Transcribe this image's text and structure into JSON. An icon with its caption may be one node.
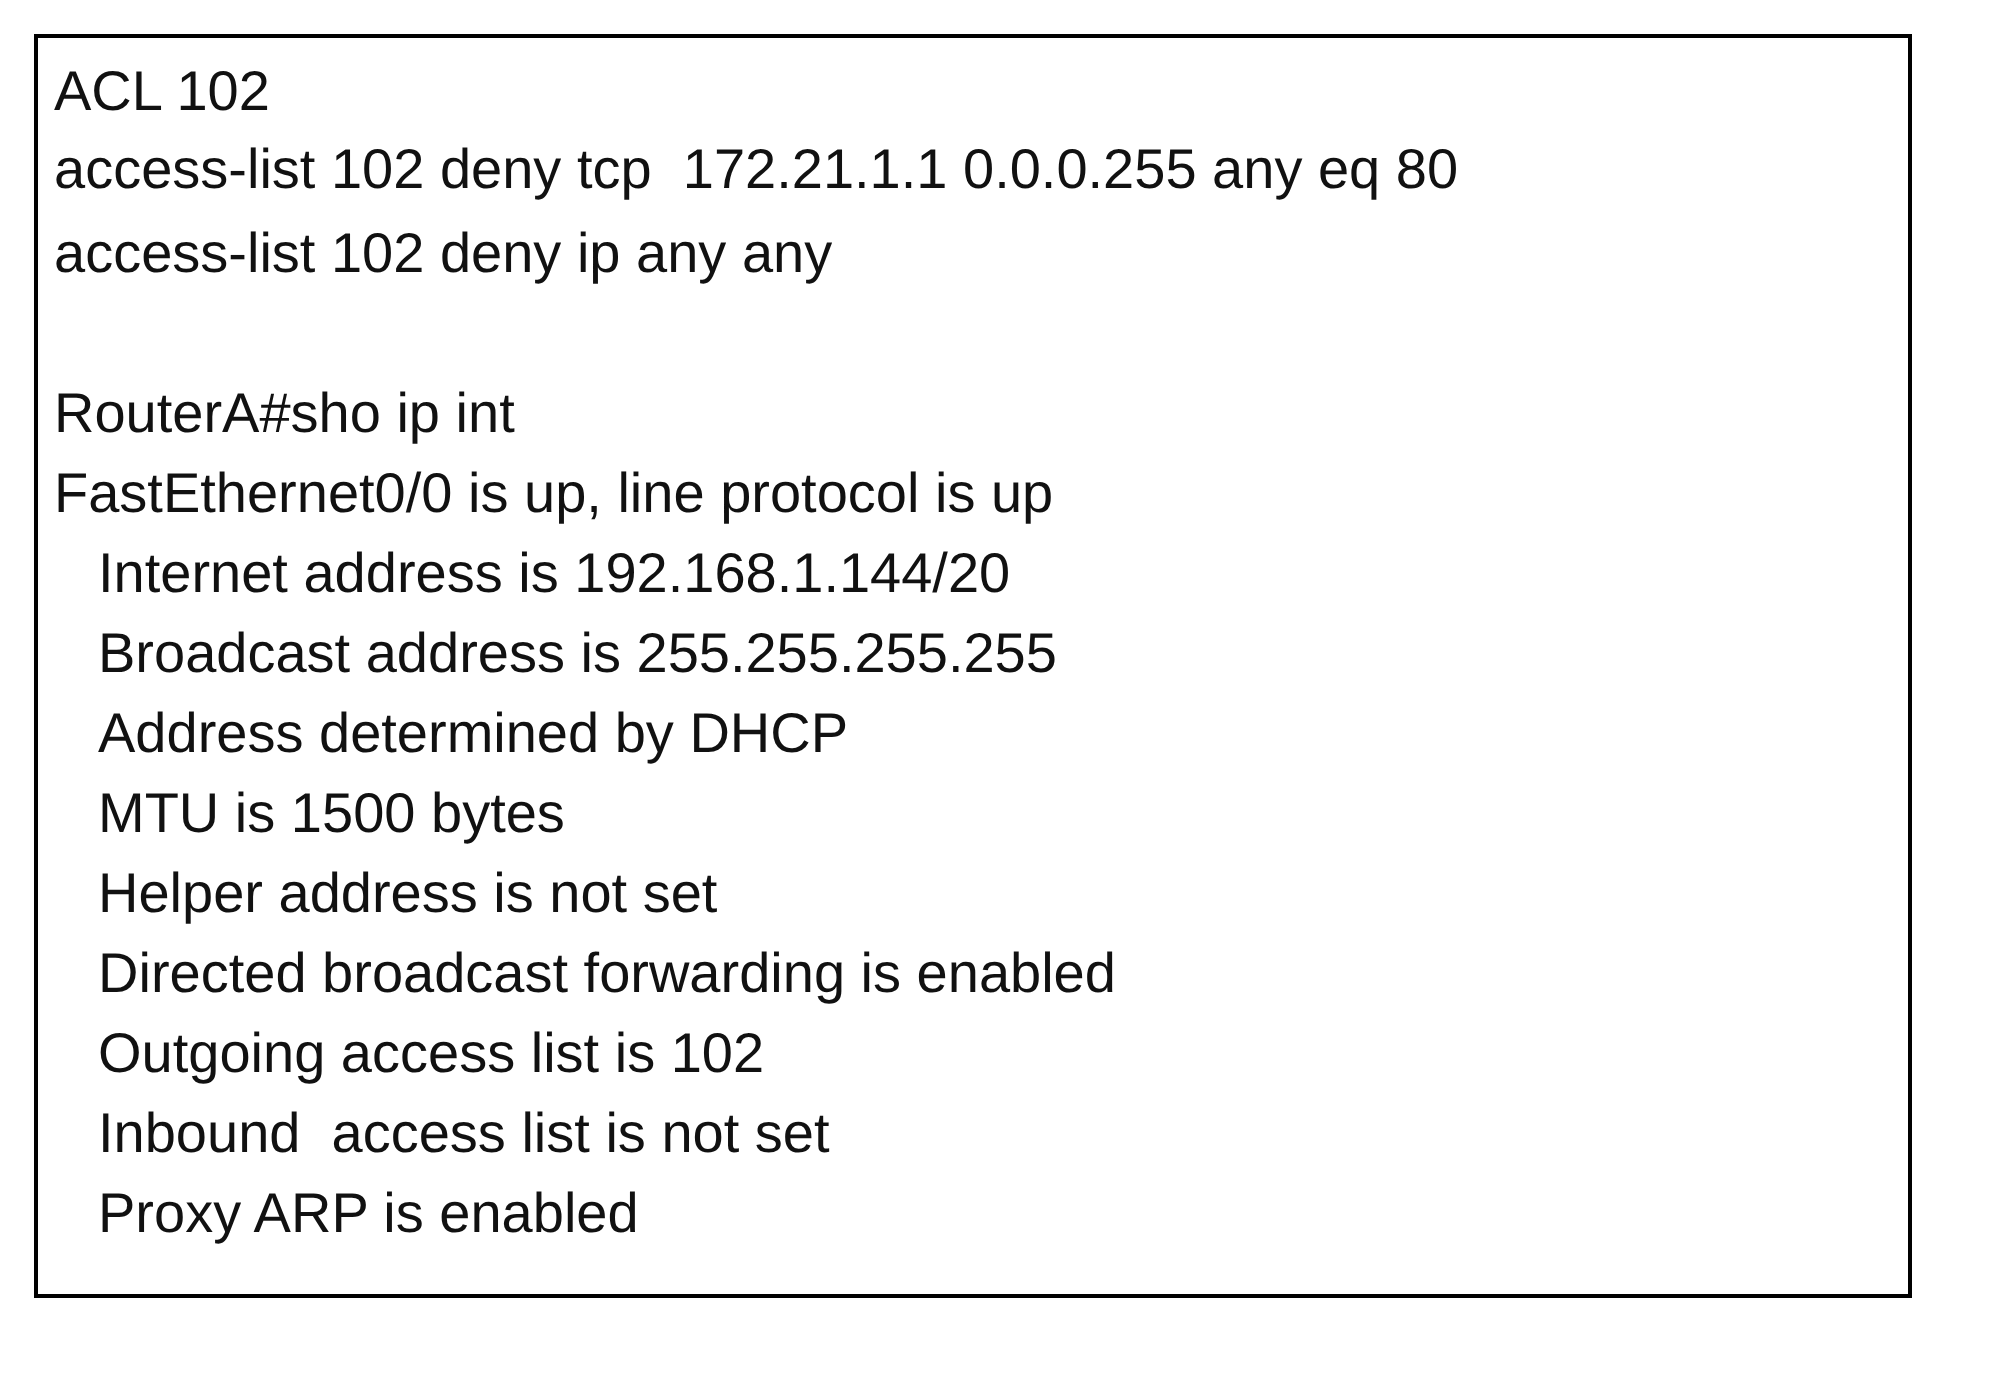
{
  "diagram": {
    "nodes": [
      {
        "text": [
          "ACL 102",
          "access-list 102 deny tcp  172.21.1.1 0.0.0.255 any eq 80",
          "access-list 102 deny ip any any",
          "RouterA#sho ip int",
          "FastEthernet0/0 is up, line protocol is up",
          "Internet address is 192.168.1.144/20",
          "Broadcast address is 255.255.255.255",
          "Address determined by DHCP",
          "MTU is 1500 bytes",
          "Helper address is not set",
          "Directed broadcast forwarding is enabled",
          "Outgoing access list is 102",
          "Inbound  access list is not set",
          "Proxy ARP is enabled"
        ]
      }
    ]
  }
}
